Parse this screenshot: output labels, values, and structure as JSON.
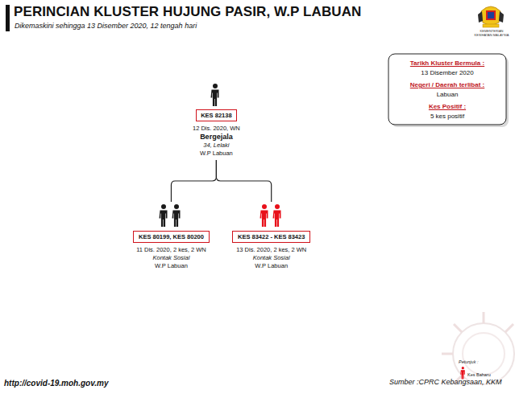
{
  "diagram": {
    "title": "PERINCIAN KLUSTER HUJUNG PASIR, W.P LABUAN",
    "nodes": [
      {
        "text": [
          "KES 82138",
          "12 Dis. 2020, WN",
          "Bergejala",
          "34, Lelaki",
          "W.P Labuan"
        ]
      },
      {
        "text": [
          "KES 80199, KES 80200",
          "11 Dis. 2020, 2 kes, 2 WN",
          "Kontak Sosial",
          "W.P Labuan"
        ]
      },
      {
        "text": [
          "KES 83422 - KES 83423",
          "13 Dis. 2020, 2 kes, 2 WN",
          "Kontak Sosial",
          "W.P Labuan"
        ]
      },
      {
        "text": [
          "Tarikh Kluster Bermula :",
          "13 Disember 2020",
          "Negeri / Daerah terlibat :",
          "Labuan",
          "Kes Positif :",
          "5 kes positif"
        ]
      }
    ],
    "edges": [
      {
        "from": 0,
        "to": 1,
        "arrow": "none"
      },
      {
        "from": 0,
        "to": 2,
        "arrow": "none"
      }
    ],
    "labels": [
      "Dikemaskini sehingga 13 Disember 2020, 12 tengah hari",
      "KEMENTERIAN KESIHATAN MALAYSIA",
      "http://covid-19.moh.gov.my",
      "Sumber :CPRC Kebangsaan,  KKM",
      "Petunjuk :"
    ],
    "legend": [
      {
        "text": "Kes Baharu"
      }
    ]
  }
}
